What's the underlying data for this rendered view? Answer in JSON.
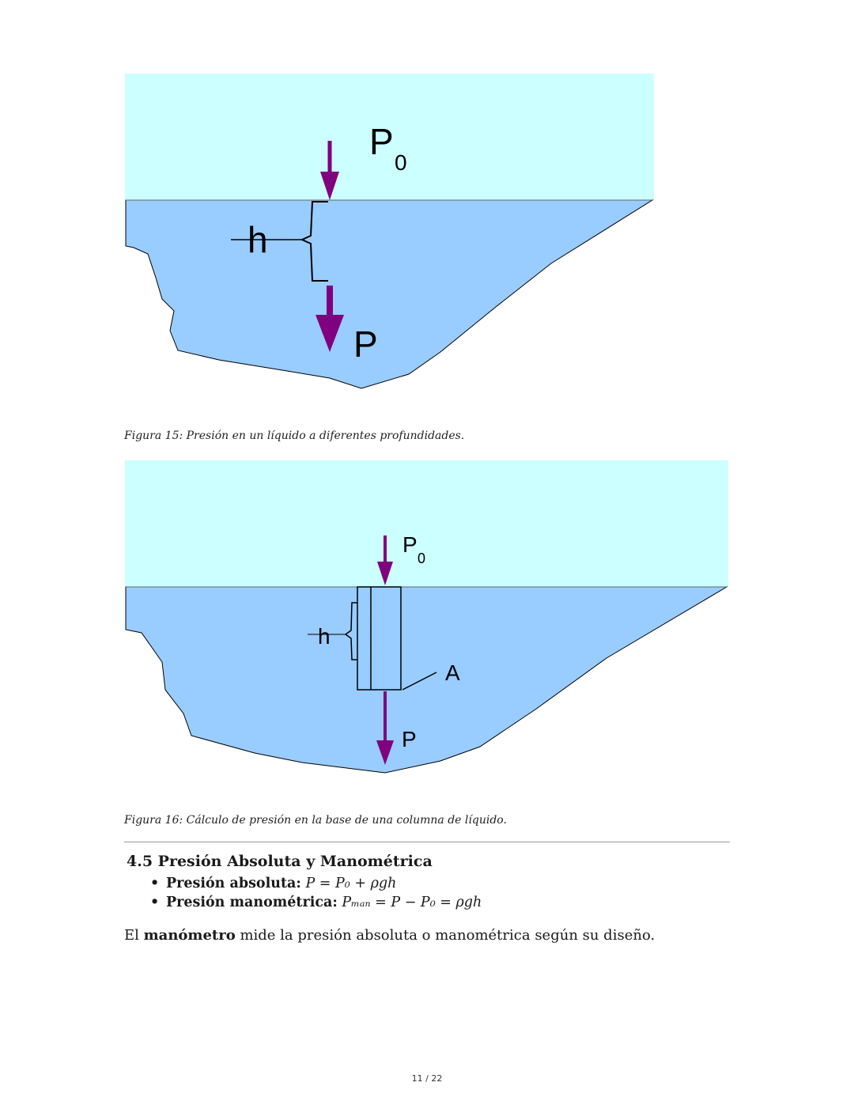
{
  "figure15": {
    "label_p0": "P",
    "label_p0_sub": "0",
    "label_h": "h",
    "label_p": "P",
    "caption": "Figura 15: Presión en un líquido a diferentes profundidades."
  },
  "figure16": {
    "label_p0": "P",
    "label_p0_sub": "0",
    "label_h": "h",
    "label_a": "A",
    "label_p": "P",
    "caption": "Figura 16: Cálculo de presión en la base de una columna de líquido."
  },
  "colors": {
    "air": "#ccffff",
    "liquid": "#99ccff",
    "arrow": "#800080"
  },
  "section": {
    "title": "4.5 Presión Absoluta y Manométrica",
    "bullets": [
      {
        "label": "Presión absoluta:",
        "formula": "P = P₀ + ρgh"
      },
      {
        "label": "Presión manométrica:",
        "formula": "Pₘₐₙ = P − P₀ = ρgh"
      }
    ],
    "paragraph_before": "El ",
    "paragraph_bold": "manómetro",
    "paragraph_after": " mide la presión absoluta o manométrica según su diseño."
  },
  "page_number": "11 / 22"
}
